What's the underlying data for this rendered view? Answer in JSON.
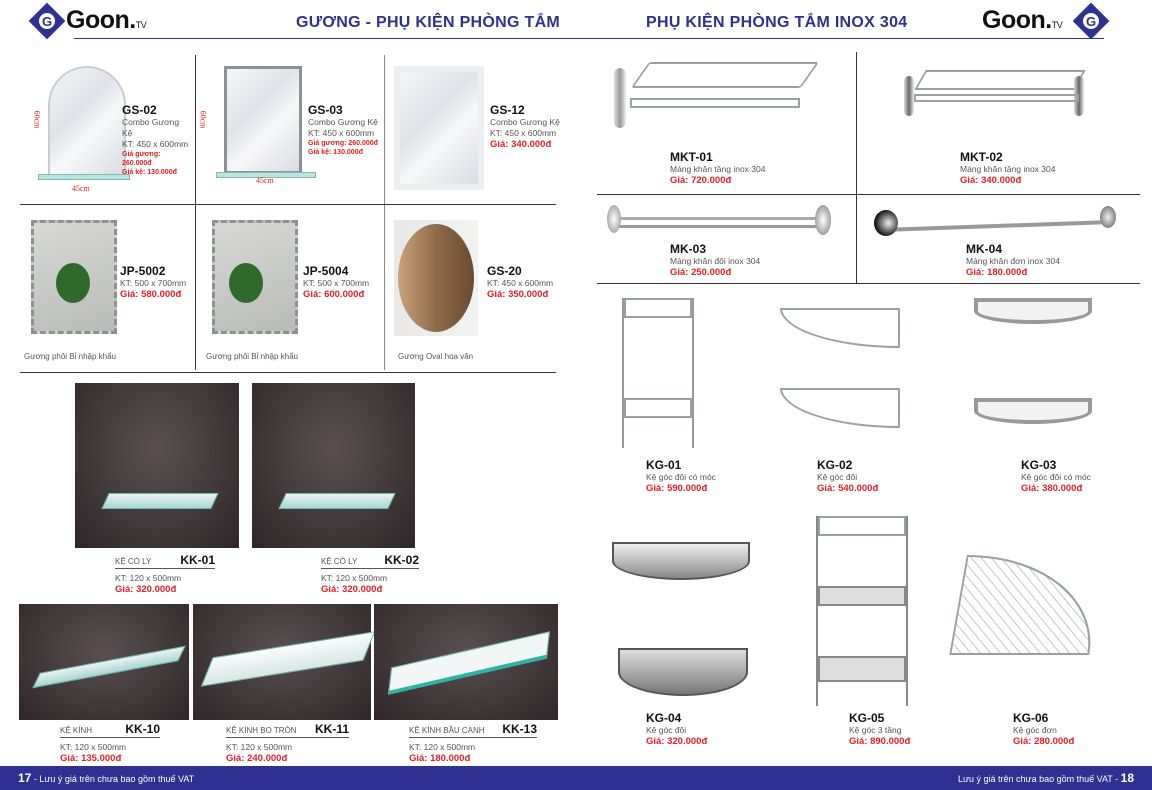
{
  "header": {
    "brand": "Goon.",
    "brand_suffix": "TV",
    "logo_letter": "G",
    "left_title": "GƯƠNG - PHỤ KIỆN PHÒNG TẮM",
    "right_title": "PHỤ KIỆN PHÒNG TẮM INOX 304"
  },
  "mirrors": [
    {
      "code": "GS-02",
      "desc": "Combo Gương Kệ",
      "size": "KT: 450 x 600mm",
      "price_mirror": "Giá gương: 260.000đ",
      "price_shelf": "Giá kệ: 130.000đ",
      "dim_h": "60cm",
      "dim_w": "45cm"
    },
    {
      "code": "GS-03",
      "desc": "Combo Gương Kệ",
      "size": "KT: 450 x 600mm",
      "price_mirror": "Giá gương: 260.000đ",
      "price_shelf": "Giá kệ: 130.000đ",
      "dim_h": "60cm",
      "dim_w": "45cm"
    },
    {
      "code": "GS-12",
      "desc": "Combo Gương Kệ",
      "size": "KT: 450 x 600mm",
      "price": "Giá: 340.000đ"
    },
    {
      "code": "JP-5002",
      "size": "KT: 500 x 700mm",
      "price": "Giá: 580.000đ",
      "caption": "Gương phôi Bỉ nhập khẩu"
    },
    {
      "code": "JP-5004",
      "size": "KT: 500 x 700mm",
      "price": "Giá: 600.000đ",
      "caption": "Gương phôi Bỉ nhập khẩu"
    },
    {
      "code": "GS-20",
      "size": "KT: 450 x 600mm",
      "price": "Giá: 350.000đ",
      "caption": "Gương Oval hoa văn"
    }
  ],
  "shelves": [
    {
      "name": "KỆ CÓ LY",
      "code": "KK-01",
      "size": "KT: 120 x 500mm",
      "price": "Giá: 320.000đ"
    },
    {
      "name": "KỆ CÓ LY",
      "code": "KK-02",
      "size": "KT: 120 x 500mm",
      "price": "Giá: 320.000đ"
    },
    {
      "name": "KỆ KÍNH",
      "code": "KK-10",
      "size": "KT: 120 x 500mm",
      "price": "Giá: 135.000đ"
    },
    {
      "name": "KỆ KÍNH BO TRÒN",
      "code": "KK-11",
      "size": "KT: 120 x 500mm",
      "price": "Giá: 240.000đ"
    },
    {
      "name": "KỆ KÍNH BẦU CẠNH",
      "code": "KK-13",
      "size": "KT: 120 x 500mm",
      "price": "Giá: 180.000đ"
    }
  ],
  "towel_racks": [
    {
      "code": "MKT-01",
      "desc": "Máng khăn tầng inox 304",
      "price": "Giá: 720.000đ"
    },
    {
      "code": "MKT-02",
      "desc": "Máng khăn tầng inox 304",
      "price": "Giá: 340.000đ"
    },
    {
      "code": "MK-03",
      "desc": "Máng khăn đôi inox 304",
      "price": "Giá: 250.000đ"
    },
    {
      "code": "MK-04",
      "desc": "Máng khăn đơn inox 304",
      "price": "Giá: 180.000đ"
    }
  ],
  "corner_racks": [
    {
      "code": "KG-01",
      "desc": "Kệ góc đôi có móc",
      "price": "Giá: 590.000đ"
    },
    {
      "code": "KG-02",
      "desc": "Kệ góc đôi",
      "price": "Giá: 540.000đ"
    },
    {
      "code": "KG-03",
      "desc": "Kệ góc đôi có móc",
      "price": "Giá: 380.000đ"
    },
    {
      "code": "KG-04",
      "desc": "Kệ góc đôi",
      "price": "Giá: 320.000đ"
    },
    {
      "code": "KG-05",
      "desc": "Kệ góc 3 tầng",
      "price": "Giá: 890.000đ"
    },
    {
      "code": "KG-06",
      "desc": "Kệ góc đơn",
      "price": "Giá: 280.000đ"
    }
  ],
  "footer": {
    "left_page": "17",
    "left_note": "- Lưu ý giá trên chưa bao gồm thuế VAT",
    "right_note": "Lưu ý giá trên chưa bao gồm thuế VAT -",
    "right_page": "18"
  },
  "colors": {
    "brand": "#2e3192",
    "price": "#e31e24"
  }
}
